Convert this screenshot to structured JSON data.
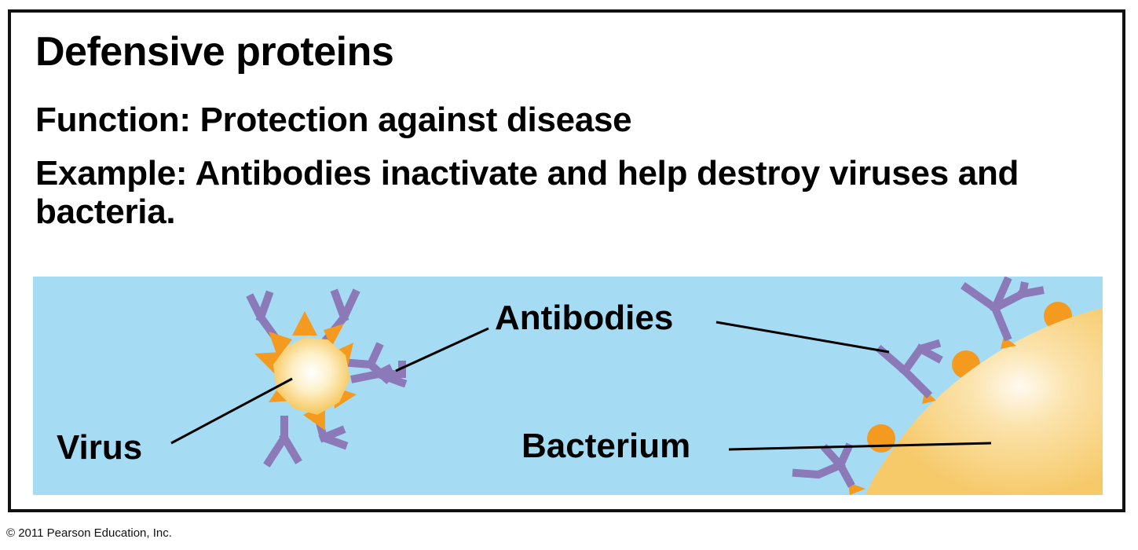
{
  "header": {
    "title": "Defensive proteins",
    "function_text": "Function: Protection against disease",
    "example_text": "Example: Antibodies inactivate and help destroy viruses and bacteria."
  },
  "labels": {
    "antibodies": "Antibodies",
    "virus": "Virus",
    "bacterium": "Bacterium"
  },
  "footer": {
    "copyright": "© 2011 Pearson Education, Inc."
  },
  "colors": {
    "background_fluid": "#a5dcf3",
    "antibody": "#8c7ab8",
    "spike": "#f39a1f",
    "virus_core": "#fbe3a2",
    "bacterium": "#f8d27e"
  },
  "icons": {
    "antibody": "y-shaped-antibody-icon",
    "virus": "virus-icon",
    "bacterium": "bacterium-icon"
  }
}
